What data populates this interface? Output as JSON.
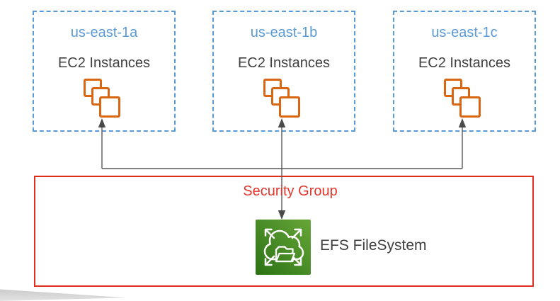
{
  "zones": [
    {
      "label": "us-east-1a",
      "sublabel": "EC2 Instances"
    },
    {
      "label": "us-east-1b",
      "sublabel": "EC2 Instances"
    },
    {
      "label": "us-east-1c",
      "sublabel": "EC2 Instances"
    }
  ],
  "security_group": {
    "label": "Security Group"
  },
  "efs": {
    "label": "EFS FileSystem"
  },
  "icons": {
    "ec2": "ec2-instances-icon",
    "efs": "efs-filesystem-icon",
    "connector": "arrow-connector-lines"
  },
  "colors": {
    "zone_border": "#5B9BD5",
    "zone_label": "#5B9BD5",
    "body_text": "#404040",
    "ec2_orange": "#D86613",
    "security_red": "#E02F1F",
    "connector_gray": "#595959",
    "efs_green_dark": "#2B7215",
    "efs_green_light": "#67A637"
  }
}
